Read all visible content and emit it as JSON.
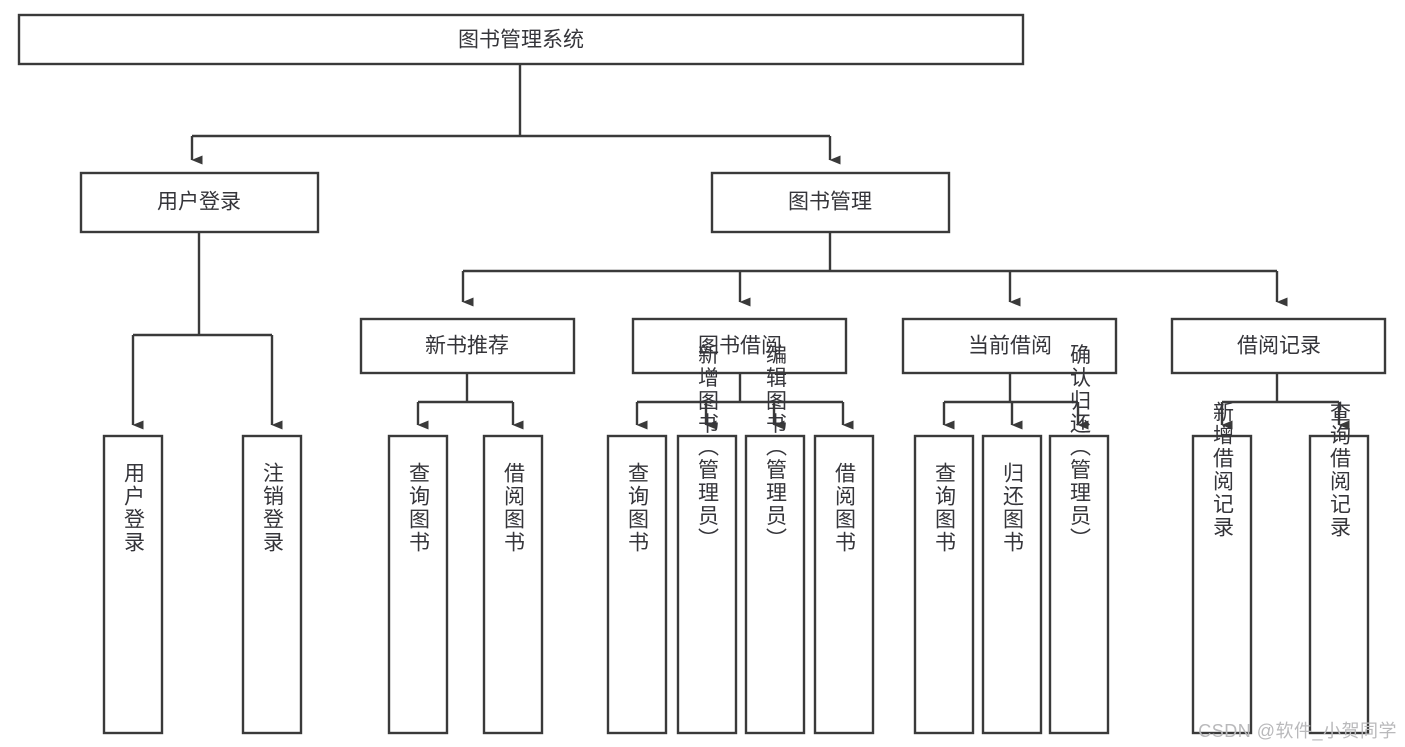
{
  "diagram": {
    "type": "tree-hierarchy-chart",
    "title": "图书管理系统",
    "watermark": "CSDN @软件_小贺同学",
    "colors": {
      "stroke": "#3a3a3a",
      "fill": "#ffffff",
      "text": "#35353a",
      "background": "#ffffff",
      "watermark": "#b9b9bb"
    },
    "levels": {
      "root": {
        "label": "图书管理系统"
      },
      "level2": [
        {
          "label": "用户登录"
        },
        {
          "label": "图书管理"
        }
      ],
      "level3": [
        {
          "label": "新书推荐"
        },
        {
          "label": "图书借阅"
        },
        {
          "label": "当前借阅"
        },
        {
          "label": "借阅记录"
        }
      ],
      "leaves": [
        {
          "label": "用户登录",
          "parent": "用户登录"
        },
        {
          "label": "注销登录",
          "parent": "用户登录"
        },
        {
          "label": "查询图书",
          "parent": "新书推荐"
        },
        {
          "label": "借阅图书",
          "parent": "新书推荐"
        },
        {
          "label": "查询图书",
          "parent": "图书借阅"
        },
        {
          "label": "新增图书（管理员）",
          "parent": "图书借阅"
        },
        {
          "label": "编辑图书（管理员）",
          "parent": "图书借阅"
        },
        {
          "label": "借阅图书",
          "parent": "图书借阅"
        },
        {
          "label": "查询图书",
          "parent": "当前借阅"
        },
        {
          "label": "归还图书",
          "parent": "当前借阅"
        },
        {
          "label": "确认归还（管理员）",
          "parent": "当前借阅"
        },
        {
          "label": "新增借阅记录",
          "parent": "借阅记录"
        },
        {
          "label": "查询借阅记录",
          "parent": "借阅记录"
        }
      ]
    }
  }
}
